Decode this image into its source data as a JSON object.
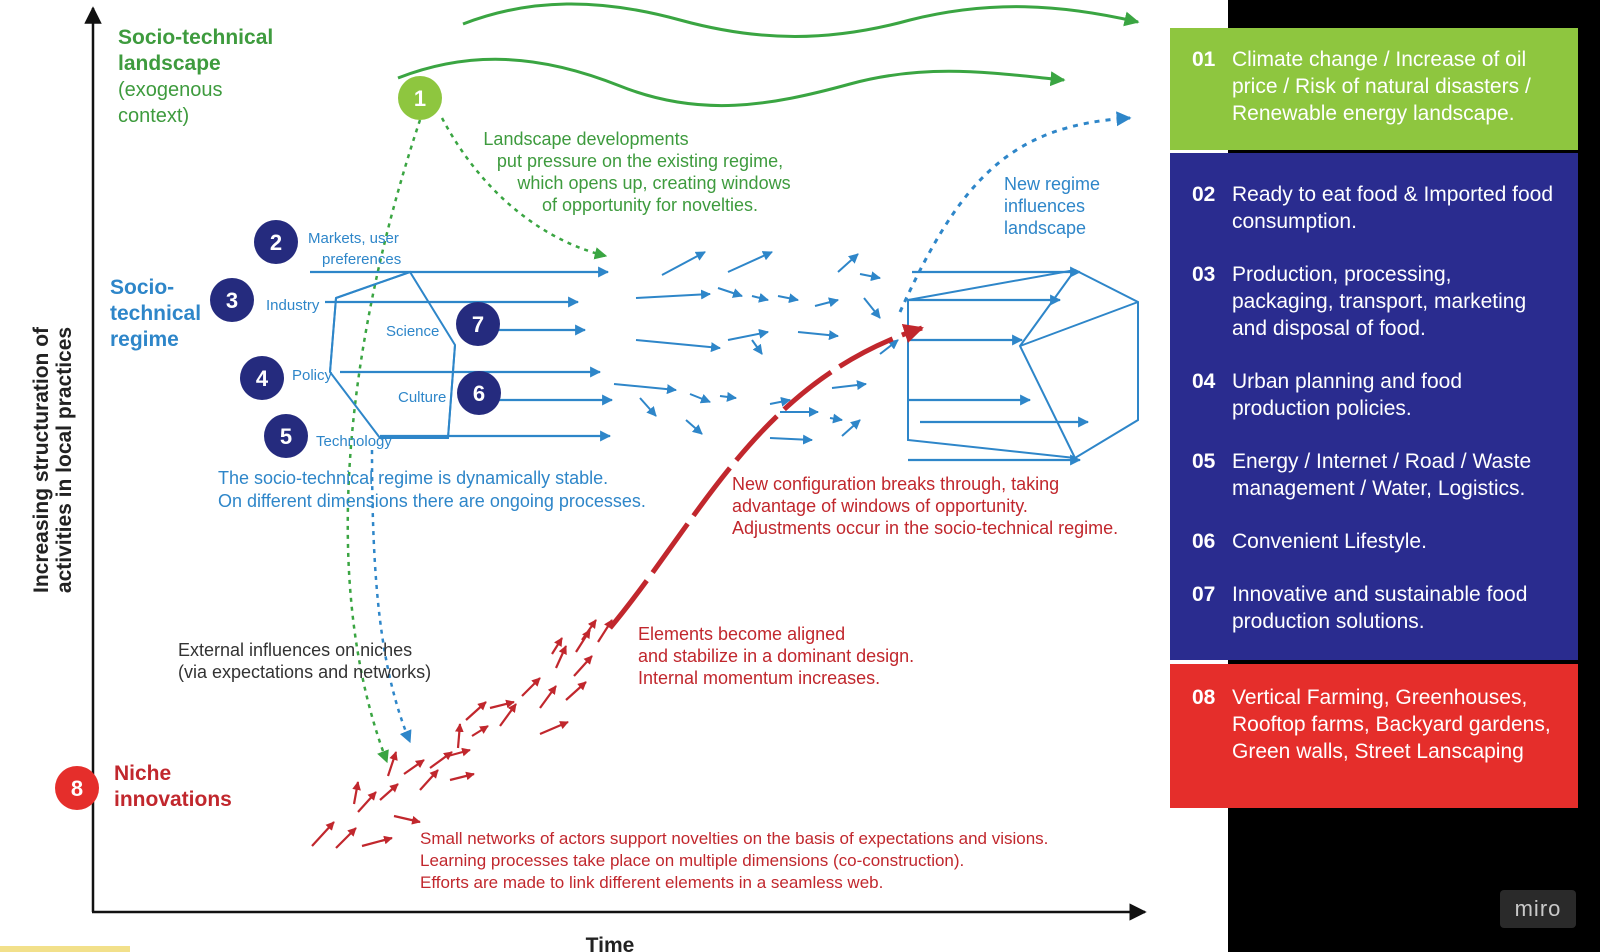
{
  "colors": {
    "landscape": "#8ec63f",
    "regime": "#2e86c9",
    "niche": "#c1272d",
    "green_text": "#3e9b3e",
    "navy": "#2a2c8f",
    "badge_navy": "#252b7e",
    "panel": "#000000"
  },
  "axes": {
    "y_label_line1": "Increasing  structuration of",
    "y_label_line2": "activities in local practices",
    "x_label": "Time"
  },
  "landscape": {
    "title_line1": "Socio-technical",
    "title_line2": "landscape",
    "sub_line1": "(exogenous",
    "sub_line2": "context)",
    "badge": "1",
    "note_line1": "Landscape developments",
    "note_line2": "put pressure on the existing regime,",
    "note_line3": "which opens up, creating windows",
    "note_line4": "of opportunity for novelties."
  },
  "regime": {
    "title_line1": "Socio-",
    "title_line2": "technical",
    "title_line3": "regime",
    "markets_line1": "Markets, user",
    "markets_line2": "preferences",
    "industry": "Industry",
    "science": "Science",
    "policy": "Policy",
    "culture": "Culture",
    "technology": "Technology",
    "badges": {
      "b2": "2",
      "b3": "3",
      "b4": "4",
      "b5": "5",
      "b6": "6",
      "b7": "7"
    },
    "stable_line1": "The socio-technical regime is dynamically stable.",
    "stable_line2": "On different dimensions there are ongoing processes."
  },
  "new_regime": {
    "line1": "New regime",
    "line2": "influences",
    "line3": "landscape"
  },
  "breakthrough": {
    "line1": "New configuration breaks through, taking",
    "line2": "advantage of windows of opportunity.",
    "line3": "Adjustments occur in the socio-technical regime."
  },
  "aligned": {
    "line1": "Elements become aligned",
    "line2": "and stabilize in a dominant design.",
    "line3": "Internal momentum increases."
  },
  "external": {
    "line1": "External influences on niches",
    "line2": "(via expectations and networks)"
  },
  "niche": {
    "badge": "8",
    "title_line1": "Niche",
    "title_line2": "innovations",
    "note_line1": "Small networks of actors support novelties on the basis of expectations and visions.",
    "note_line2": "Learning processes take place on multiple dimensions (co-construction).",
    "note_line3": "Efforts are made to link different elements in a seamless web."
  },
  "legend": [
    {
      "num": "01",
      "text": "Climate change / Increase of oil price / Risk of natural disasters / Renewable energy landscape.",
      "color": "#8ec63f"
    },
    {
      "num": "02",
      "text": "Ready to eat food & Imported food consumption."
    },
    {
      "num": "03",
      "text": "Production, processing, packaging, transport, marketing and disposal of food."
    },
    {
      "num": "04",
      "text": "Urban planning and food production policies."
    },
    {
      "num": "05",
      "text": "Energy / Internet / Road / Waste management / Water, Logistics."
    },
    {
      "num": "06",
      "text": "Convenient Lifestyle."
    },
    {
      "num": "07",
      "text": "Innovative and sustainable food production solutions."
    },
    {
      "num": "08",
      "text": "Vertical Farming, Greenhouses, Rooftop farms, Backyard gardens, Green walls, Street Lanscaping",
      "color": "#e52e2b"
    }
  ],
  "legend_middle_color": "#2a2c8f",
  "watermark": "miro"
}
